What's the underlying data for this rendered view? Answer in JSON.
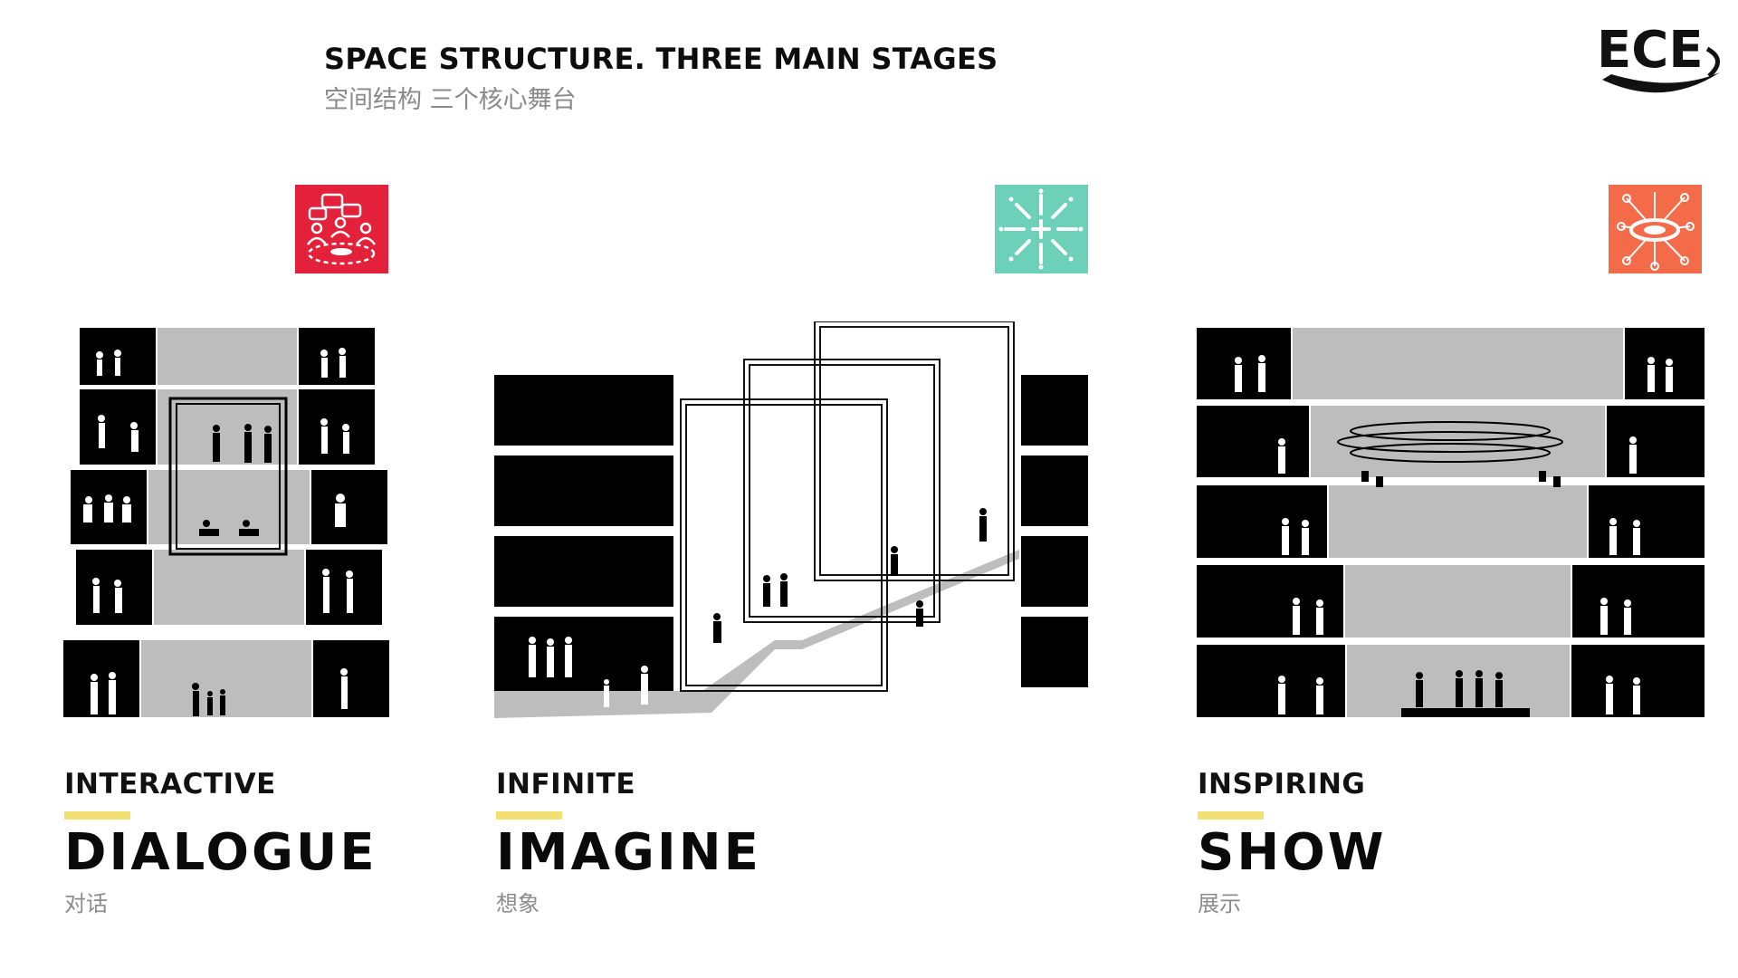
{
  "header": {
    "title": "SPACE STRUCTURE. THREE MAIN STAGES",
    "subtitle": "空间结构 三个核心舞台",
    "logo_text": "ECE"
  },
  "colors": {
    "dialogue": "#e3213a",
    "imagine": "#6dd0b8",
    "show": "#f46b4a",
    "accent_bar": "#f2e172",
    "room_black": "#000000",
    "stage_grey": "#bdbdbd"
  },
  "icons": {
    "dialogue": "people-dialogue-icon",
    "imagine": "starburst-icon",
    "show": "network-eye-icon"
  },
  "stages": [
    {
      "kicker": "INTERACTIVE",
      "word": "DIALOGUE",
      "cn": "对话"
    },
    {
      "kicker": "INFINITE",
      "word": "IMAGINE",
      "cn": "想象"
    },
    {
      "kicker": "INSPIRING",
      "word": "SHOW",
      "cn": "展示"
    }
  ]
}
